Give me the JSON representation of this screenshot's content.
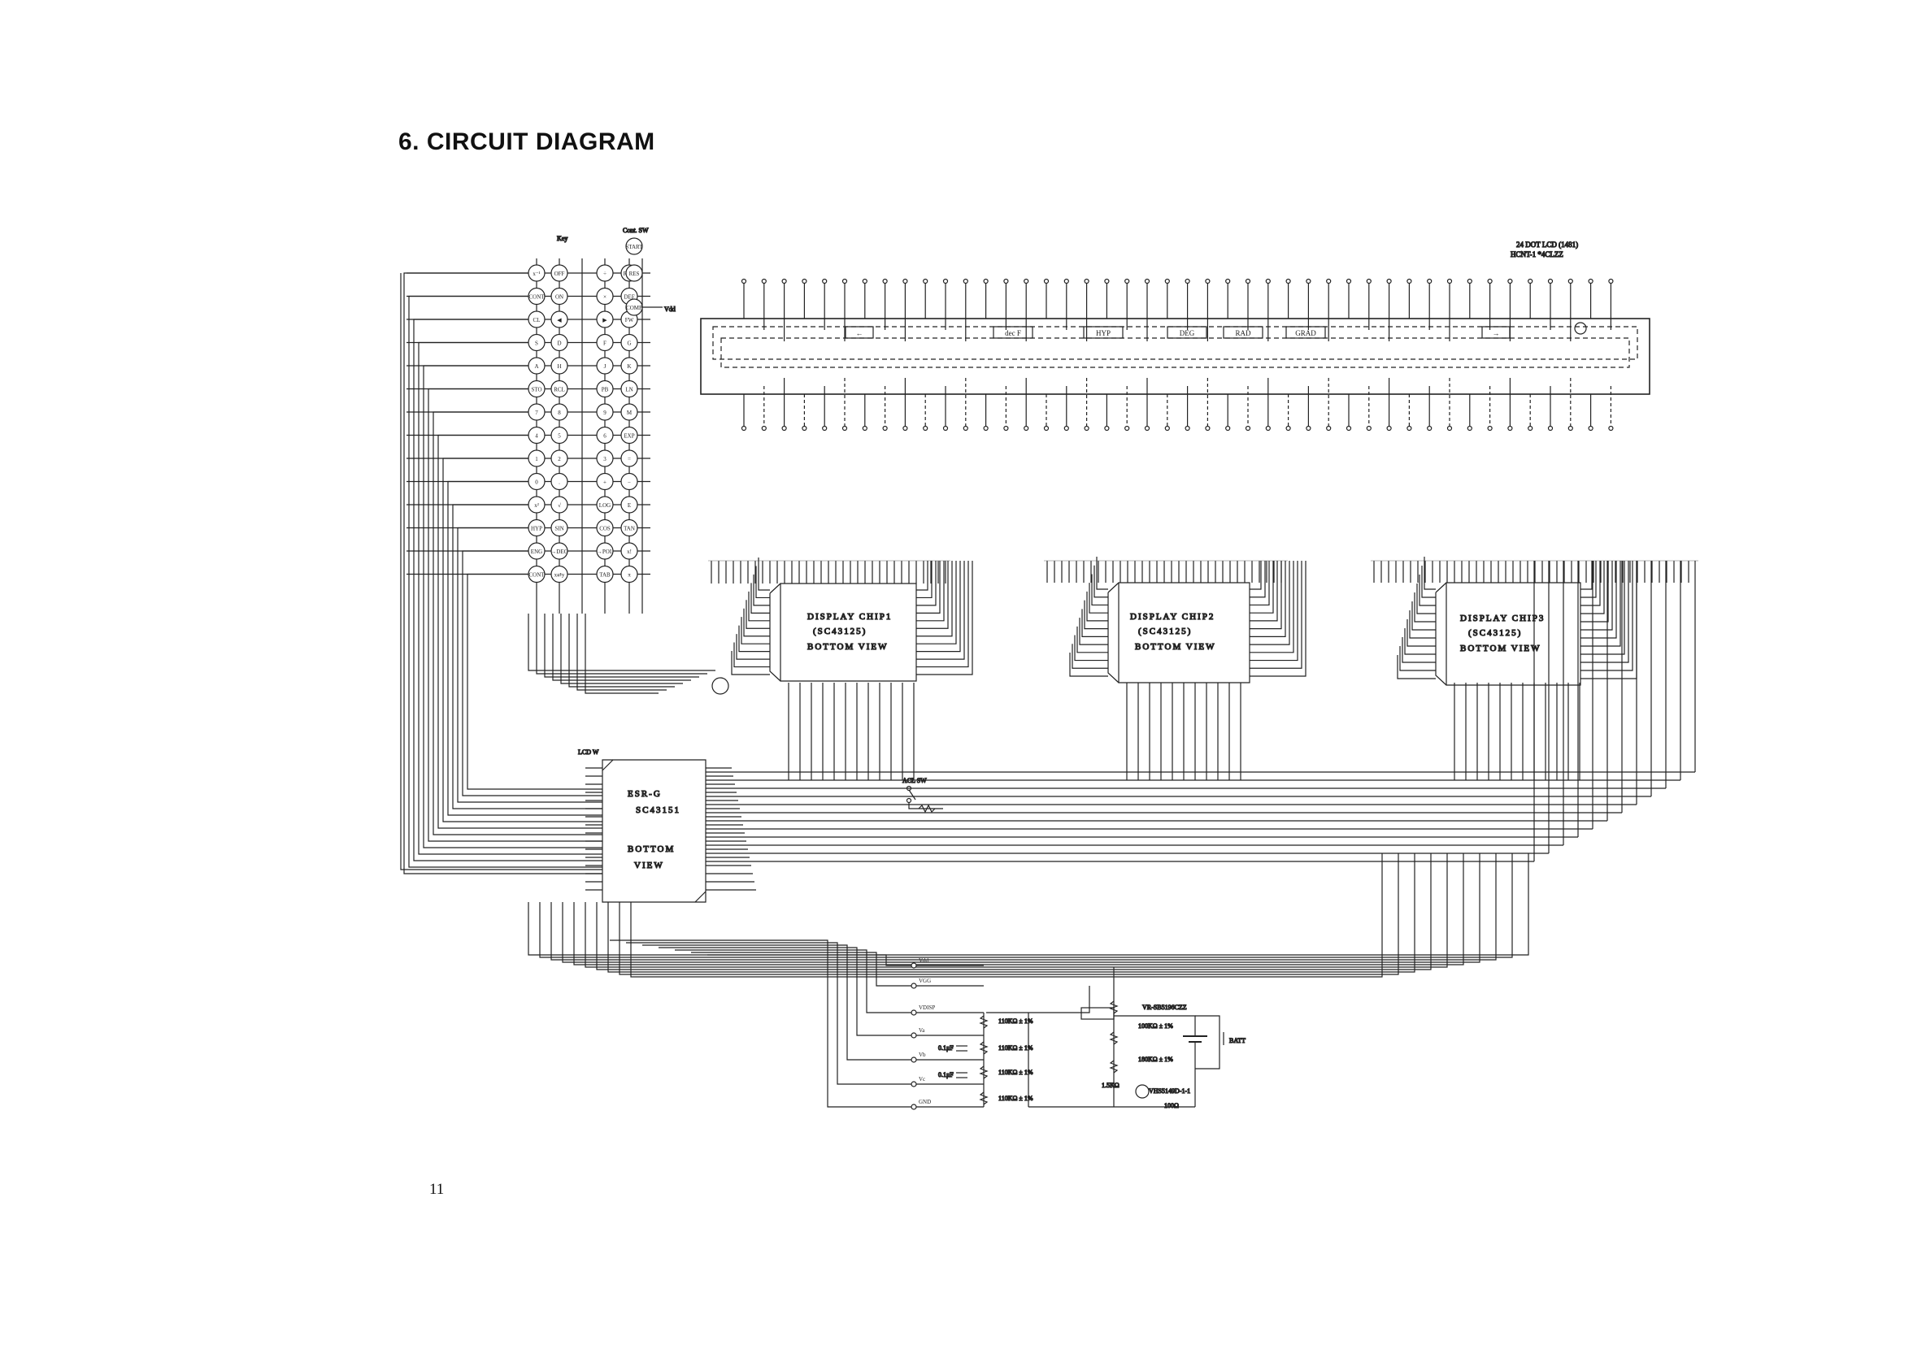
{
  "page": {
    "title": "6. CIRCUIT DIAGRAM",
    "number": "11"
  },
  "lcd": {
    "label_line1": "24 DOT LCD (1481)",
    "label_line2": "HCNT-1 *4CLZZ",
    "annunciators": [
      "←",
      "dec F",
      "HYP",
      "DEG",
      "RAD",
      "GRAD",
      "→"
    ]
  },
  "keyboard": {
    "key_label": "Key",
    "cont_label": "Cont. SW",
    "rows": [
      [
        "x⁻¹",
        "OFF",
        "÷",
        "RUN"
      ],
      [
        "CONT",
        "ON",
        "×",
        "DEF"
      ],
      [
        "CL",
        "◀",
        "▶",
        "FW"
      ],
      [
        "S",
        "D",
        "F",
        "G"
      ],
      [
        "A",
        "H",
        "J",
        "K"
      ],
      [
        "STO",
        "RCL",
        "PB",
        "LN"
      ],
      [
        "7",
        "8",
        "9",
        "M"
      ],
      [
        "4",
        "5",
        "6",
        "EXP"
      ],
      [
        "1",
        "2",
        "3",
        "="
      ],
      [
        "0",
        ".",
        "+",
        "−"
      ],
      [
        "x²",
        "√",
        "LOG",
        "E"
      ],
      [
        "HYP",
        "SIN",
        "COS",
        "TAN"
      ],
      [
        "ENG",
        "→DEG",
        "→POL",
        "x!"
      ],
      [
        "CONT",
        "x⇄y",
        "TAB",
        "π"
      ]
    ],
    "special_keys": [
      "START",
      "RES",
      "COMP"
    ],
    "vdd_label": "Vdd"
  },
  "display_chips": [
    {
      "name": "DISPLAY CHIP1",
      "part": "(SC43125)",
      "view": "BOTTOM VIEW"
    },
    {
      "name": "DISPLAY CHIP2",
      "part": "(SC43125)",
      "view": "BOTTOM VIEW"
    },
    {
      "name": "DISPLAY CHIP3",
      "part": "(SC43125)",
      "view": "BOTTOM VIEW"
    }
  ],
  "cpu": {
    "name": "ESR-G",
    "part": "SC43151",
    "view": "BOTTOM VIEW",
    "lcd_label": "LCD W",
    "acl_label": "ACL SW"
  },
  "power": {
    "rails": [
      "Vdd",
      "VGG",
      "VDISP",
      "Va",
      "Vb",
      "Vc",
      "GND"
    ],
    "resistors": [
      "110KΩ ± 1%",
      "110KΩ ± 1%",
      "110KΩ ± 1%",
      "110KΩ ± 1%"
    ],
    "capacitors": [
      "0.1μF",
      "0.1μF"
    ],
    "parts": [
      "VR-SB5196CZZ",
      "100KΩ ± 1%",
      "180KΩ ± 1%",
      "1.5KΩ",
      "VHS5149D-1-1",
      "100Ω",
      "BATT"
    ]
  }
}
